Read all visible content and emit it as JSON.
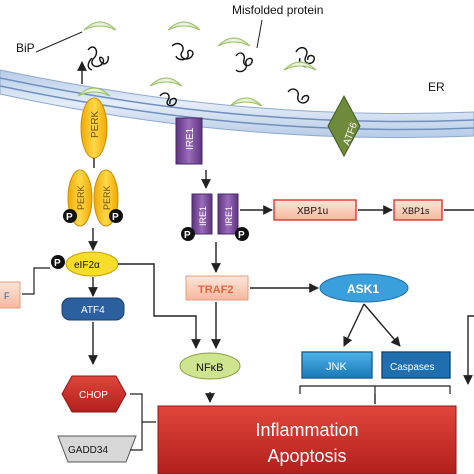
{
  "labels": {
    "misfolded_protein": "Misfolded protein",
    "bip": "BiP",
    "er": "ER",
    "perk": "PERK",
    "ire1": "IRE1",
    "atf6": "ATF6",
    "phospho": "P",
    "xbp1u": "XBP1u",
    "xbp1s": "XBP1s",
    "eif2a": "eIF2α",
    "left_box_fragment": "F",
    "atf4": "ATF4",
    "traf2": "TRAF2",
    "ask1": "ASK1",
    "nfkb": "NFκB",
    "jnk": "JNK",
    "caspases": "Caspases",
    "chop": "CHOP",
    "gadd34": "GADD34",
    "outcome_line1": "Inflammation",
    "outcome_line2": "Apoptosis"
  },
  "colors": {
    "er_membrane": "#c9d9ee",
    "er_membrane_edge": "#8fa8cc",
    "perk": "#f4c20d",
    "ire1": "#7a4a9a",
    "atf6": "#6f8a3a",
    "bip": "#d9ecb6",
    "phospho": "#111111",
    "box_peach": "#fbd5c3",
    "box_peach_edge": "#e79b7c",
    "xbp_red": "#e8342a",
    "eif2a_yellow": "#f7dd2a",
    "atf4_blue": "#2b5f9e",
    "ask1_blue": "#3aa0db",
    "nfkb_green": "#cfe48f",
    "jnk_blue": "#1f8fd0",
    "caspases_blue": "#1f6fb0",
    "chop_red": "#e0403a",
    "gadd34_grey": "#d7d7d7",
    "outcome_red": "#c62a25",
    "arrow": "#222222"
  }
}
